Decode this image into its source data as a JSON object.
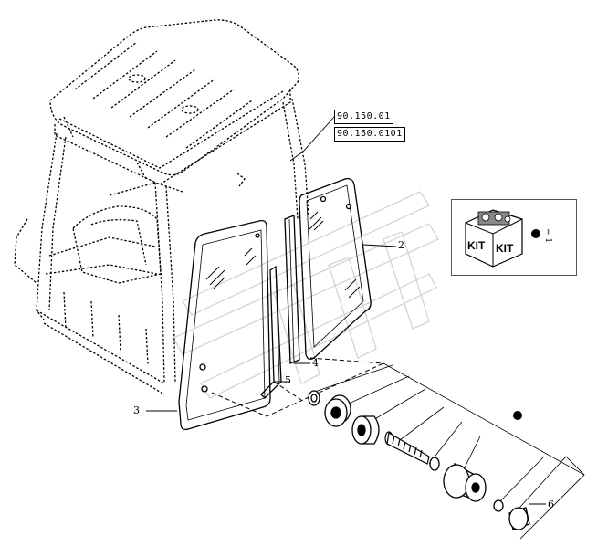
{
  "references": {
    "ref_1": "90.150.01",
    "ref_2": "90.150.0101"
  },
  "callouts": {
    "c2": "2",
    "c3": "3",
    "c4": "4",
    "c5": "5",
    "c6": "6"
  },
  "kit": {
    "label_left": "KIT",
    "label_right": "KIT",
    "legend_text": "= 1"
  },
  "colors": {
    "line": "#000000",
    "watermark": "#d0d0d0"
  }
}
